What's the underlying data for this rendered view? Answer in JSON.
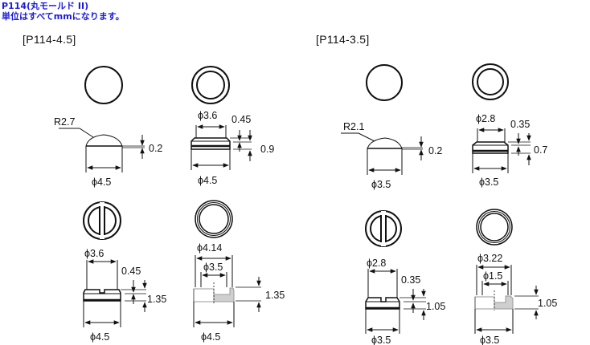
{
  "header": {
    "title": "P114(丸モールド II)",
    "unit_note": "単位はすべてmmになります。"
  },
  "sections": [
    {
      "label": "[P114-4.5]",
      "figures": {
        "dome": {
          "radius": "R2.7",
          "height": "0.2",
          "diameter": "ϕ4.5"
        },
        "ring": {
          "top_diameter": "ϕ3.6",
          "chamfer": "0.45",
          "height": "0.9",
          "diameter": "ϕ4.5"
        },
        "slotted": {
          "top_diameter": "ϕ3.6",
          "chamfer": "0.45",
          "height": "1.35",
          "diameter": "ϕ4.5"
        },
        "stepped": {
          "outer_top_diameter": "ϕ4.14",
          "inner_diameter": "ϕ3.5",
          "height": "1.35",
          "diameter": "ϕ4.5"
        }
      }
    },
    {
      "label": "[P114-3.5]",
      "figures": {
        "dome": {
          "radius": "R2.1",
          "height": "0.2",
          "diameter": "ϕ3.5"
        },
        "ring": {
          "top_diameter": "ϕ2.8",
          "chamfer": "0.35",
          "height": "0.7",
          "diameter": "ϕ3.5"
        },
        "slotted": {
          "top_diameter": "ϕ2.8",
          "chamfer": "0.35",
          "height": "1.05",
          "diameter": "ϕ3.5"
        },
        "stepped": {
          "outer_top_diameter": "ϕ3.22",
          "inner_diameter": "ϕ1.5",
          "height": "1.05",
          "diameter": "ϕ3.5"
        }
      }
    }
  ],
  "colors": {
    "header": "#1a1adf",
    "line": "#111111",
    "fill_gray": "#cfcfcf"
  }
}
